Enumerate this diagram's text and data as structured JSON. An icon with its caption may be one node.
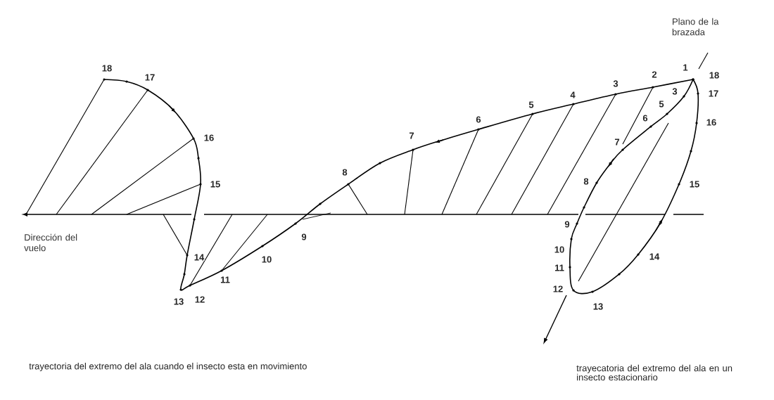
{
  "diagram": {
    "labels": [
      "Plano de la brazada",
      "18",
      "17",
      "1",
      "18",
      "2",
      "3",
      "4",
      "5",
      "3",
      "17",
      "5",
      "6",
      "6",
      "16",
      "16",
      "7",
      "7",
      "8",
      "8",
      "15",
      "15",
      "Dirección del vuelo",
      "9",
      "9",
      "10",
      "14",
      "14",
      "10",
      "11",
      "11",
      "12",
      "13",
      "12",
      "13",
      "trayectoria del extremo del ala cuando el insecto esta en movimiento",
      "trayecatoria del extremo del ala en un insecto estacionario"
    ]
  }
}
